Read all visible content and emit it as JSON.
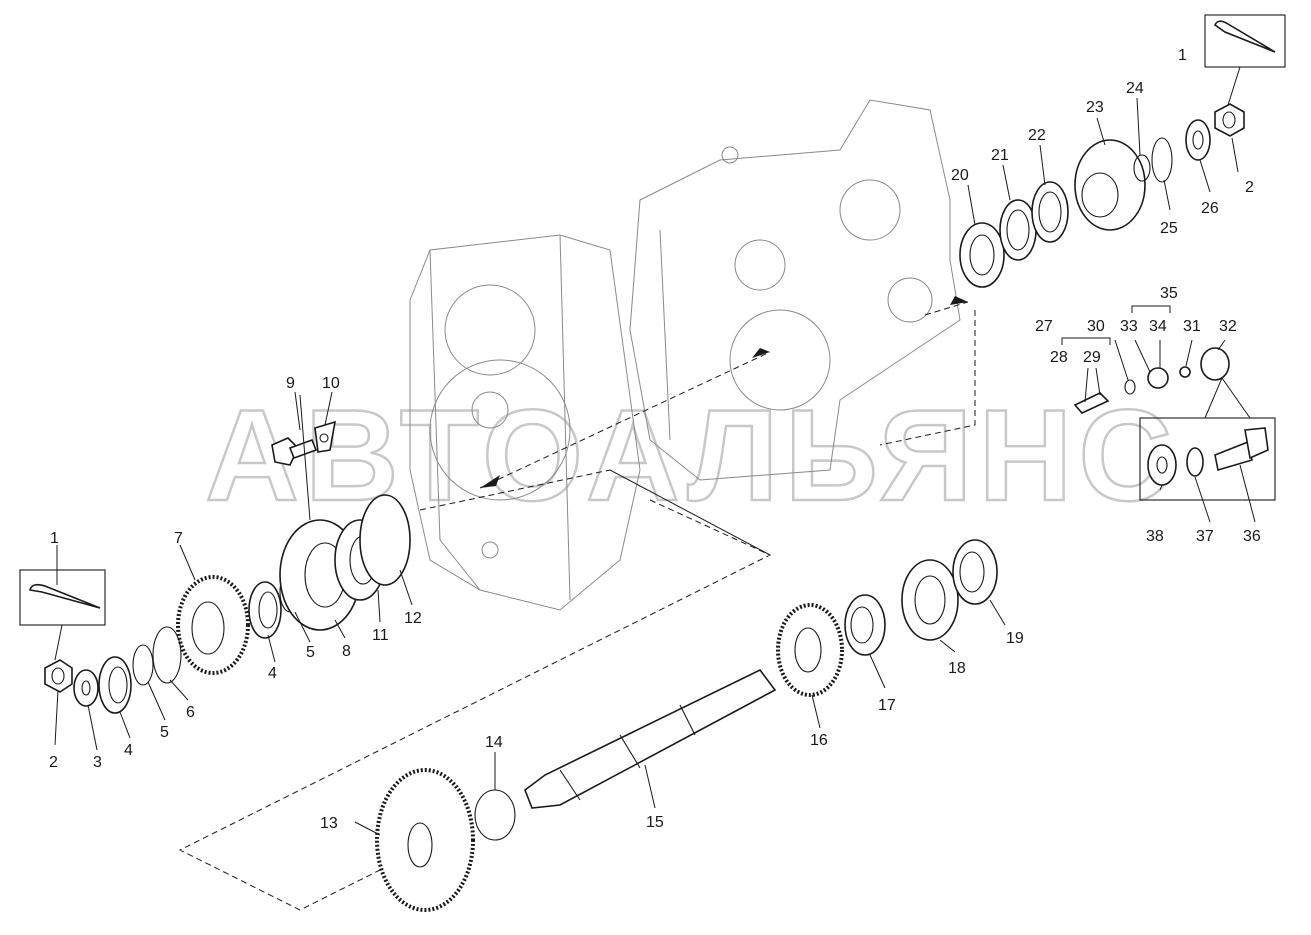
{
  "watermark": "АВТОАЛЬЯНС",
  "callouts": [
    "1",
    "2",
    "3",
    "4",
    "5",
    "6",
    "7",
    "8",
    "9",
    "10",
    "11",
    "12",
    "13",
    "14",
    "15",
    "16",
    "17",
    "18",
    "19",
    "20",
    "21",
    "22",
    "23",
    "24",
    "25",
    "26",
    "27",
    "28",
    "29",
    "30",
    "31",
    "32",
    "33",
    "34",
    "35",
    "36",
    "37",
    "38"
  ]
}
